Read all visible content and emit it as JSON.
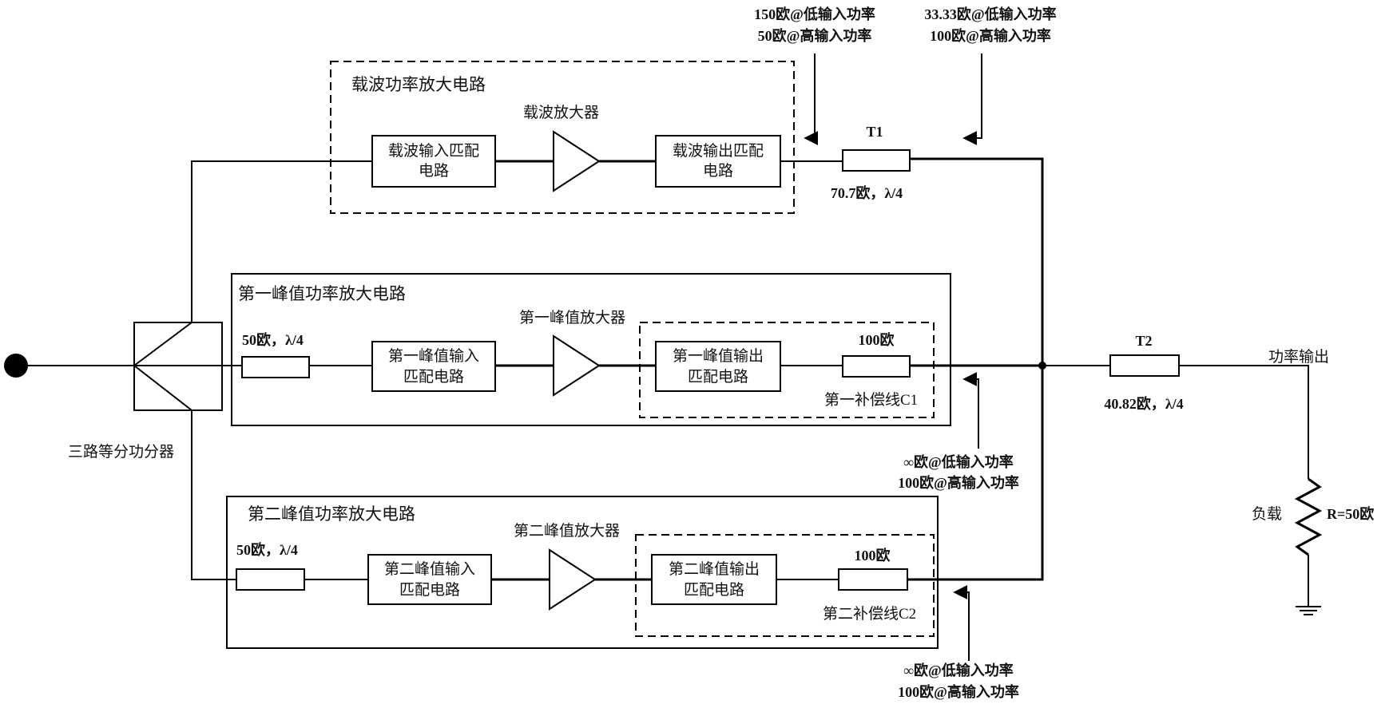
{
  "carrier": {
    "section_title": "载波功率放大电路",
    "amp_label": "载波放大器",
    "input_match": [
      "载波输入匹配",
      "电路"
    ],
    "output_match": [
      "载波输出匹配",
      "电路"
    ]
  },
  "t1": {
    "name": "T1",
    "spec": "70.7欧，λ/4",
    "note_left": [
      "150欧@低输入功率",
      "50欧@高输入功率"
    ],
    "note_right": [
      "33.33欧@低输入功率",
      "100欧@高输入功率"
    ]
  },
  "peak1": {
    "section_title": "第一峰值功率放大电路",
    "amp_label": "第一峰值放大器",
    "tline_label": "50欧，λ/4",
    "input_match": [
      "第一峰值输入",
      "匹配电路"
    ],
    "output_match": [
      "第一峰值输出",
      "匹配电路"
    ],
    "comp_value": "100欧",
    "comp_label": "第一补偿线C1",
    "note": [
      "∞欧@低输入功率",
      "100欧@高输入功率"
    ]
  },
  "peak2": {
    "section_title": "第二峰值功率放大电路",
    "amp_label": "第二峰值放大器",
    "tline_label": "50欧，λ/4",
    "input_match": [
      "第二峰值输入",
      "匹配电路"
    ],
    "output_match": [
      "第二峰值输出",
      "匹配电路"
    ],
    "comp_value": "100欧",
    "comp_label": "第二补偿线C2",
    "note": [
      "∞欧@低输入功率",
      "100欧@高输入功率"
    ]
  },
  "splitter": {
    "label": "三路等分功分器"
  },
  "t2": {
    "name": "T2",
    "spec": "40.82欧，λ/4"
  },
  "output": {
    "label": "功率输出",
    "load_label": "负载",
    "load_value": "R=50欧"
  }
}
